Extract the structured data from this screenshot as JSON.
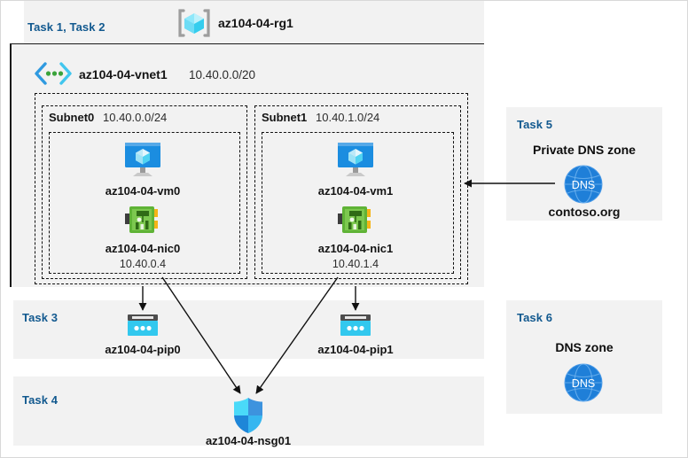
{
  "diagram": {
    "title": "Azure AZ-104 Lab 04 architecture",
    "colors": {
      "panel_bg": "#f2f2f2",
      "task_label": "#12598f",
      "text": "#141414",
      "vm_blue": "#1b8de0",
      "nic_green": "#5fb336",
      "pip_cyan": "#32c8ee",
      "dns_blue": "#1f7fd8",
      "nsg_blue": "#2fc3f7",
      "rg_cube": "#44d4f0",
      "vnet_bracket": "#2f9ae0",
      "vnet_dot": "#3aa33a",
      "stroke": "#1a1a1a"
    }
  },
  "resource_group": {
    "tasks_label": "Task 1, Task 2",
    "name": "az104-04-rg1",
    "icon": "resource-group-cube-icon"
  },
  "vnet": {
    "name": "az104-04-vnet1",
    "address_space": "10.40.0.0/20",
    "icon": "virtual-network-icon"
  },
  "subnets": [
    {
      "name": "Subnet0",
      "prefix": "10.40.0.0/24",
      "vm": {
        "name": "az104-04-vm0",
        "icon": "virtual-machine-icon"
      },
      "nic": {
        "name": "az104-04-nic0",
        "private_ip": "10.40.0.4",
        "icon": "network-interface-icon"
      }
    },
    {
      "name": "Subnet1",
      "prefix": "10.40.1.0/24",
      "vm": {
        "name": "az104-04-vm1",
        "icon": "virtual-machine-icon"
      },
      "nic": {
        "name": "az104-04-nic1",
        "private_ip": "10.40.1.4",
        "icon": "network-interface-icon"
      }
    }
  ],
  "task3": {
    "label": "Task 3",
    "public_ips": [
      {
        "name": "az104-04-pip0",
        "icon": "public-ip-address-icon"
      },
      {
        "name": "az104-04-pip1",
        "icon": "public-ip-address-icon"
      }
    ]
  },
  "task4": {
    "label": "Task 4",
    "nsg": {
      "name": "az104-04-nsg01",
      "icon": "network-security-group-shield-icon"
    }
  },
  "task5": {
    "label": "Task 5",
    "heading": "Private DNS zone",
    "zone_name": "contoso.org",
    "icon": "dns-globe-icon",
    "icon_text": "DNS"
  },
  "task6": {
    "label": "Task 6",
    "heading": "DNS zone",
    "icon": "dns-globe-icon",
    "icon_text": "DNS"
  }
}
